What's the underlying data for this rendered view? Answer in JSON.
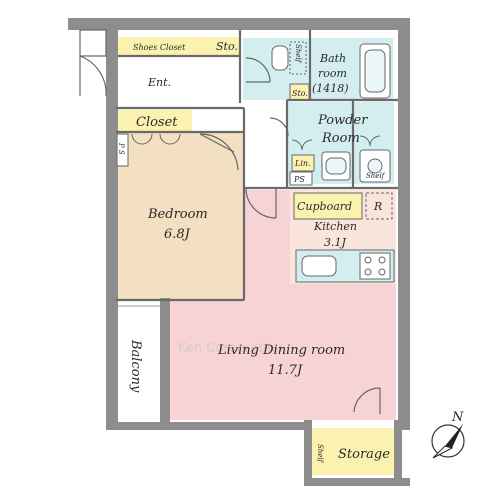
{
  "rooms": {
    "shoes_closet": "Shoes Closet",
    "storage_top": "Sto.",
    "shelf_bath": "Shelf",
    "bath_line1": "Bath",
    "bath_line2": "room",
    "bath_line3": "(1418)",
    "sto_small": "Sto.",
    "entrance": "Ent.",
    "closet": "Closet",
    "ps_left": "P S",
    "powder_line1": "Powder",
    "powder_line2": "Room",
    "linen": "Lin.",
    "ps_kitchen": "PS",
    "shelf_powder": "Shelf",
    "cupboard": "Cupboard",
    "fridge": "R",
    "kitchen_name": "Kitchen",
    "kitchen_size": "3.1J",
    "bedroom_name": "Bedroom",
    "bedroom_size": "6.8J",
    "balcony": "Balcony",
    "living_name": "Living Dining room",
    "living_size": "11.7J",
    "shelf_storage": "Shelf",
    "storage": "Storage"
  },
  "compass": {
    "label": "N"
  },
  "watermark": "Ken Corporation",
  "colors": {
    "wall": "#8d8d8d",
    "bedroom": "#f3dfc1",
    "living": "#f7d3d5",
    "wet": "#d4eef0",
    "closet": "#fbf2b0",
    "kitchen": "#fdf4e2"
  }
}
